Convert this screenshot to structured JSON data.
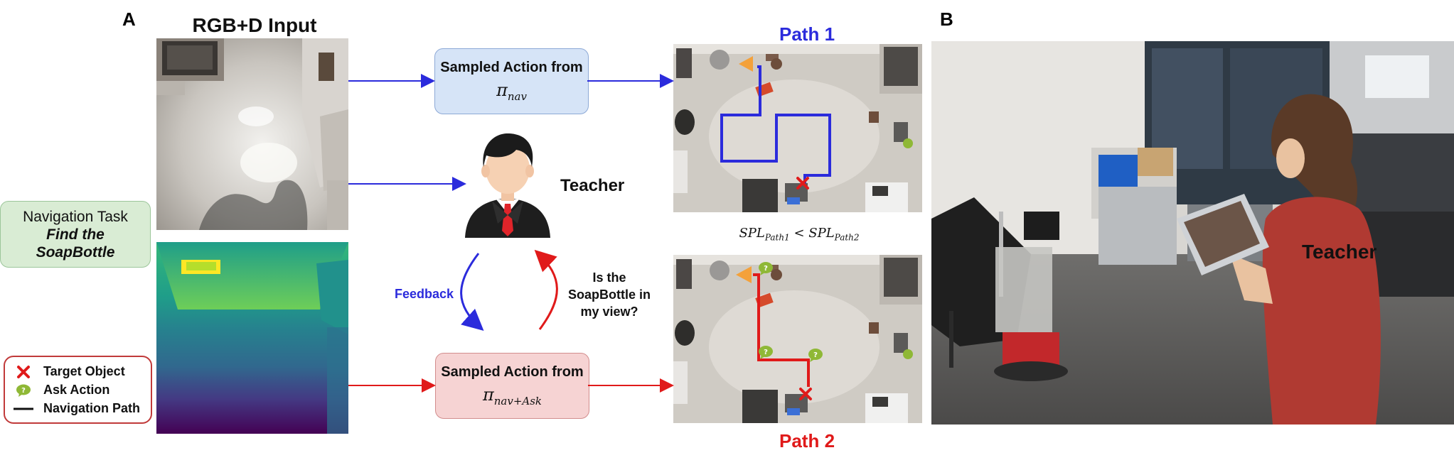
{
  "panel_a": {
    "letter": "A",
    "input_title": "RGB+D Input",
    "task": {
      "line1": "Navigation Task",
      "line2": "Find the",
      "line3": "SoapBottle"
    },
    "legend": [
      {
        "icon": "red-x-icon",
        "label": "Target Object"
      },
      {
        "icon": "ask-bubble-icon",
        "label": "Ask Action"
      },
      {
        "icon": "black-line-icon",
        "label": "Navigation Path"
      }
    ],
    "box_top": {
      "line1": "Sampled Action from",
      "pi": "π",
      "sub": "nav"
    },
    "box_bottom": {
      "line1": "Sampled Action from",
      "pi": "π",
      "sub": "nav+Ask"
    },
    "teacher_label": "Teacher",
    "feedback_label": "Feedback",
    "question": {
      "line1": "Is the",
      "line2": "SoapBottle in",
      "line3": "my view?"
    },
    "path1_label": "Path 1",
    "path2_label": "Path 2",
    "spl_text": {
      "s1": "SPL",
      "sub1": "Path1",
      "op": " < ",
      "s2": "SPL",
      "sub2": "Path2"
    }
  },
  "panel_b": {
    "letter": "B",
    "teacher_label": "Teacher"
  },
  "colors": {
    "blue_arrow": "#2b2bdc",
    "red_arrow": "#e01a1a",
    "nav_box": "#d6e4f7",
    "ask_box": "#f6d3d3",
    "orange_goal": "#f4a13a",
    "ask_green": "#8fb836"
  }
}
